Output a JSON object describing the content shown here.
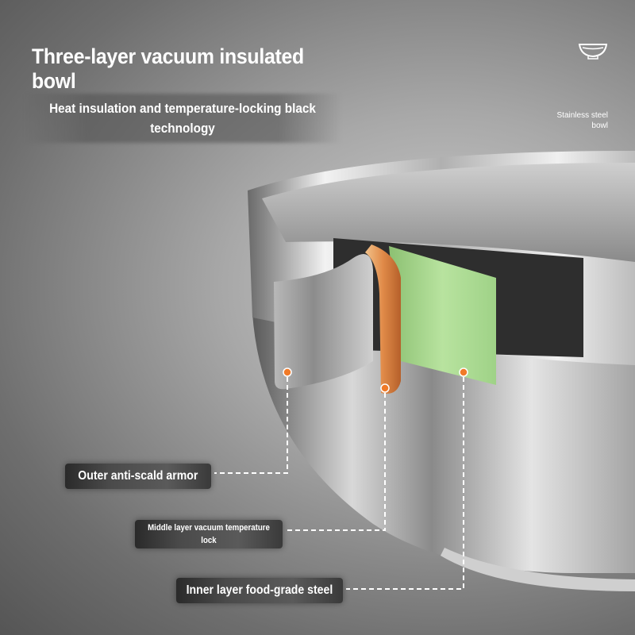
{
  "header": {
    "title": "Three-layer vacuum insulated bowl",
    "subtitle": "Heat insulation and temperature-locking black technology"
  },
  "badge": {
    "icon": "bowl-icon",
    "label": "Stainless steel bowl"
  },
  "callouts": {
    "outer": "Outer anti-scald armor",
    "middle": "Middle layer vacuum temperature lock",
    "inner": "Inner layer food-grade steel"
  },
  "colors": {
    "copper_layer": "#e08a48",
    "green_layer": "#a9d88f",
    "marker": "#f07a28",
    "text": "#ffffff"
  }
}
